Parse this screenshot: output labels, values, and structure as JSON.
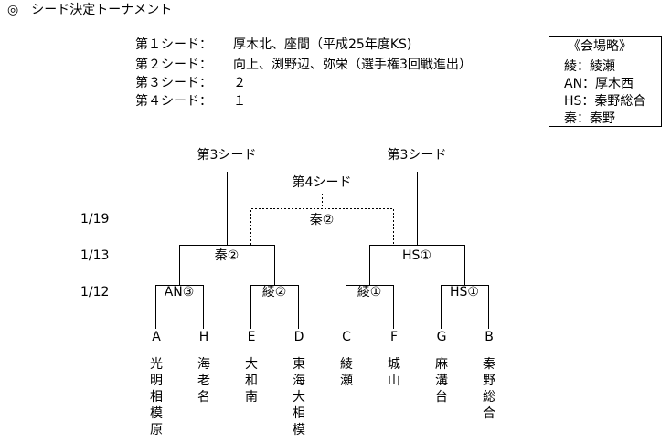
{
  "title": "◎　シード決定トーナメント",
  "seeds": [
    {
      "label": "第１シード：",
      "value": "厚木北、座間（平成25年度KS)"
    },
    {
      "label": "第２シード：",
      "value": "向上、渕野辺、弥栄（選手権3回戦進出）"
    },
    {
      "label": "第３シード：",
      "value": "２"
    },
    {
      "label": "第４シード：",
      "value": "１"
    }
  ],
  "legend": {
    "title": "《会場略》",
    "items": [
      "綾：綾瀬",
      "AN：厚木西",
      "HS：秦野総合",
      "秦：秦野"
    ]
  },
  "dates": [
    "1/19",
    "1/13",
    "1/12"
  ],
  "bracket": {
    "seed3_left": "第3シード",
    "seed3_right": "第3シード",
    "seed4": "第4シード",
    "final_venue": "秦②",
    "semi_left": "秦②",
    "semi_right": "HS①",
    "r1": [
      "AN③",
      "綾②",
      "綾①",
      "HS①"
    ]
  },
  "teams": [
    {
      "letter": "A",
      "name": "光明相模原"
    },
    {
      "letter": "H",
      "name": "海老名"
    },
    {
      "letter": "E",
      "name": "大和南"
    },
    {
      "letter": "D",
      "name": "東海大相模"
    },
    {
      "letter": "C",
      "name": "綾瀬"
    },
    {
      "letter": "F",
      "name": "城山"
    },
    {
      "letter": "G",
      "name": "麻溝台"
    },
    {
      "letter": "B",
      "name": "秦野総合"
    }
  ]
}
